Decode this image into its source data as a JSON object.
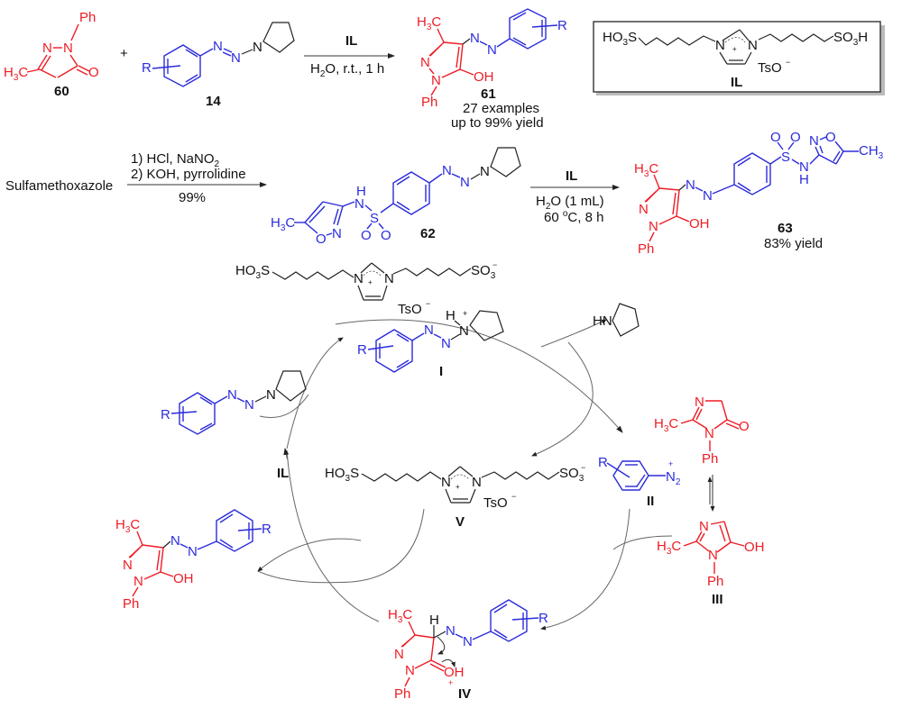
{
  "colors": {
    "reactant_red": "#ee1c24",
    "azo_blue": "#2b2bdb",
    "text_black": "#111111"
  },
  "row1": {
    "compound_60": {
      "label": "60",
      "atoms": {
        "ph": "Ph",
        "n1": "N",
        "n2": "N",
        "h3c": "H",
        "h3c_sub": "3",
        "h3c_c": "C",
        "o": "O"
      }
    },
    "plus": "+",
    "compound_14": {
      "label": "14",
      "r": "R",
      "n_a": "N",
      "n_b": "N",
      "n_c": "N"
    },
    "arrow": {
      "above": "IL",
      "below_pre": "H",
      "below_sub": "2",
      "below_post": "O, r.t., 1 h"
    },
    "compound_61": {
      "label": "61",
      "note1": "27 examples",
      "note2": "up to 99% yield",
      "h3c": "H",
      "h3c_sub": "3",
      "h3c_c": "C",
      "n1": "N",
      "n2": "N",
      "oh": "OH",
      "ph": "Ph",
      "azo_n1": "N",
      "azo_n2": "N",
      "r": "R"
    },
    "il_box": {
      "label": "IL",
      "left": "HO",
      "left_sub": "3",
      "left_s": "S",
      "right": "SO",
      "right_sub": "3",
      "right_h": "H",
      "n1": "N",
      "n2": "N",
      "plus": "+",
      "counter": "TsO",
      "counter_charge": "−"
    }
  },
  "row2": {
    "start": "Sulfamethoxazole",
    "arrow1": {
      "step1_pre": "1) HCl, NaNO",
      "step1_sub": "2",
      "step2": "2) KOH, pyrrolidine",
      "below": "99%"
    },
    "compound_62": {
      "label": "62",
      "h3c": "H",
      "h3c_sub": "3",
      "h3c_c": "C",
      "o": "O",
      "n_ring": "N",
      "nh_h": "H",
      "nh_n": "N",
      "s": "S",
      "o1": "O",
      "o2": "O",
      "azo_n1": "N",
      "azo_n2": "N",
      "pyr_n": "N"
    },
    "arrow2": {
      "above": "IL",
      "line1_pre": "H",
      "line1_sub": "2",
      "line1_post": "O (1 mL)",
      "line2_pre": "60 ",
      "line2_sup": "o",
      "line2_post": "C, 8 h"
    },
    "compound_63": {
      "label": "63",
      "yield": "83% yield",
      "h3c": "H",
      "h3c_sub": "3",
      "h3c_c": "C",
      "n1": "N",
      "n2": "N",
      "oh": "OH",
      "ph": "Ph",
      "azo_n1": "N",
      "azo_n2": "N",
      "s": "S",
      "o1": "O",
      "o2": "O",
      "nh_n": "N",
      "nh_h": "H",
      "iso_n": "N",
      "iso_o": "O",
      "ch3": "CH",
      "ch3_sub": "3"
    }
  },
  "cycle": {
    "il_top": {
      "left": "HO",
      "left_sub": "3",
      "left_s": "S",
      "right": "SO",
      "right_sub": "3",
      "right_charge": "−",
      "n1": "N",
      "n2": "N",
      "plus": "+",
      "counter": "TsO",
      "counter_charge": "−"
    },
    "intermediate_I": {
      "label": "I",
      "r": "R",
      "azo_n1": "N",
      "azo_n2": "N",
      "nh_h": "H",
      "nh_n": "N",
      "plus": "+"
    },
    "pyrrolidine": {
      "hn": "HN"
    },
    "triazene_in": {
      "r": "R",
      "n1": "N",
      "n2": "N",
      "n3": "N"
    },
    "il_label": "IL",
    "intermediate_V": {
      "label": "V",
      "left": "HO",
      "left_sub": "3",
      "left_s": "S",
      "right": "SO",
      "right_sub": "3",
      "right_charge": "−",
      "n1": "N",
      "n2": "N",
      "plus": "+",
      "counter": "TsO",
      "counter_charge": "−"
    },
    "intermediate_II": {
      "label": "II",
      "r": "R",
      "n2": "N",
      "n2_sub": "2",
      "plus": "+"
    },
    "keto_form": {
      "n": "N",
      "h3c": "H",
      "h3c_sub": "3",
      "h3c_c": "C",
      "n_ring": "N",
      "o": "O",
      "ph": "Ph"
    },
    "intermediate_III": {
      "label": "III",
      "n": "N",
      "h3c": "H",
      "h3c_sub": "3",
      "h3c_c": "C",
      "n_ring": "N",
      "oh": "OH",
      "ph": "Ph"
    },
    "intermediate_IV": {
      "label": "IV",
      "h3c": "H",
      "h3c_sub": "3",
      "h3c_c": "C",
      "h": "H",
      "azo_n1": "N",
      "azo_n2": "N",
      "r": "R",
      "n1": "N",
      "n2": "N",
      "oh": "OH",
      "plus": "+",
      "ph": "Ph"
    },
    "product": {
      "h3c": "H",
      "h3c_sub": "3",
      "h3c_c": "C",
      "n1": "N",
      "n2": "N",
      "oh": "OH",
      "ph": "Ph",
      "azo_n1": "N",
      "azo_n2": "N",
      "r": "R"
    }
  }
}
